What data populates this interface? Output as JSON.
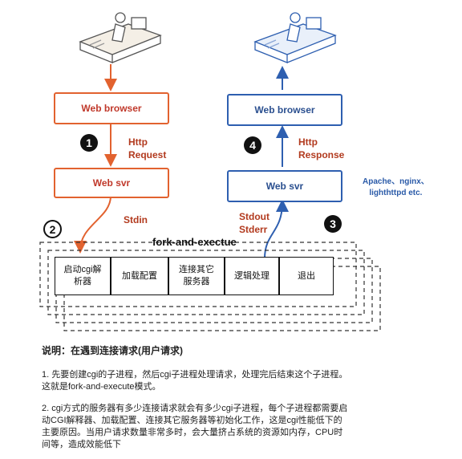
{
  "left_flow": {
    "browser_label": "Web browser",
    "server_label": "Web svr",
    "step_number": "1",
    "request_line1": "Http",
    "request_line2": "Request",
    "stdin_label": "Stdin"
  },
  "right_flow": {
    "browser_label": "Web browser",
    "server_label": "Web svr",
    "step_number": "4",
    "response_line1": "Http",
    "response_line2": "Response",
    "stdout_label": "Stdout",
    "stderr_label": "Stderr"
  },
  "servers_note": {
    "line1": "Apache、nginx、",
    "line2": "lighthttpd etc."
  },
  "step2_number": "2",
  "step3_number": "3",
  "fork": {
    "title": "fork-and-exectue",
    "steps": [
      {
        "line1": "启动cgi解",
        "line2": "析器"
      },
      {
        "line1": "加载配置",
        "line2": ""
      },
      {
        "line1": "连接其它",
        "line2": "服务器"
      },
      {
        "line1": "逻辑处理",
        "line2": ""
      },
      {
        "line1": "退出",
        "line2": ""
      }
    ]
  },
  "notes": {
    "heading": "说明：在遇到连接请求(用户请求)",
    "p1_line1": "1. 先要创建cgi的子进程，然后cgi子进程处理请求，处理完后结束这个子进程。",
    "p1_line2": "这就是fork-and-execute模式。",
    "p2_line1": "2. cgi方式的服务器有多少连接请求就会有多少cgi子进程，每个子进程都需要启",
    "p2_line2": "动CGI解释器、加载配置、连接其它服务器等初始化工作，这是cgi性能低下的",
    "p2_line3": "主要原因。当用户请求数量非常多时，会大量挤占系统的资源如内存，CPU时",
    "p2_line4": "间等，造成效能低下"
  },
  "colors": {
    "request_flow": "#e2622f",
    "response_flow": "#2e5fb0"
  }
}
